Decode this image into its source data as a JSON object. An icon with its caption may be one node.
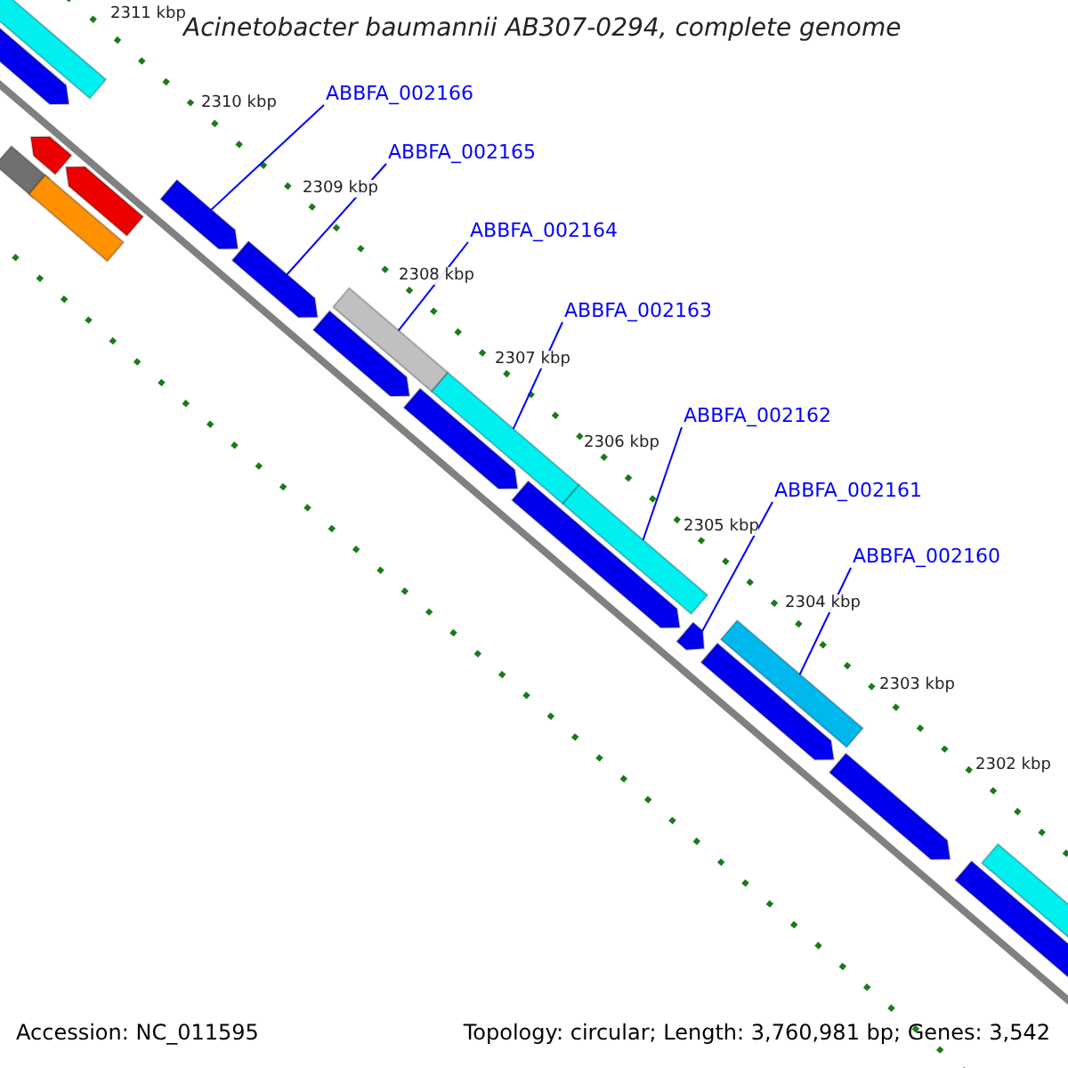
{
  "diagram": {
    "title": "Acinetobacter baumannii AB307-0294, complete genome",
    "nodes": [
      {
        "text": [
          "ABBFA_002166"
        ]
      },
      {
        "text": [
          "ABBFA_002165"
        ]
      },
      {
        "text": [
          "ABBFA_002164"
        ]
      },
      {
        "text": [
          "ABBFA_002163"
        ]
      },
      {
        "text": [
          "ABBFA_002162"
        ]
      },
      {
        "text": [
          "ABBFA_002161"
        ]
      },
      {
        "text": [
          "ABBFA_002160"
        ]
      },
      {
        "text": [],
        "shape": "bar"
      },
      {
        "text": [],
        "shape": "bar"
      },
      {
        "text": [],
        "shape": "bar"
      },
      {
        "text": [],
        "shape": "bar"
      },
      {
        "text": [],
        "shape": "bar"
      },
      {
        "text": [],
        "shape": "bar"
      },
      {
        "text": [],
        "shape": "bar"
      },
      {
        "text": [],
        "shape": "bar"
      },
      {
        "text": [],
        "shape": "bar"
      },
      {
        "text": [],
        "shape": "bar"
      },
      {
        "text": [],
        "shape": "bar"
      },
      {
        "text": [],
        "shape": "bar"
      },
      {
        "text": [],
        "shape": "bar"
      },
      {
        "text": [],
        "shape": "bar"
      },
      {
        "text": [],
        "shape": "bar"
      },
      {
        "text": [],
        "shape": "bar"
      },
      {
        "text": [],
        "shape": "bar"
      },
      {
        "text": [],
        "shape": "bar"
      },
      {
        "text": [],
        "shape": "bar"
      },
      {
        "text": [],
        "shape": "bar"
      }
    ],
    "edges": [
      {
        "from": 0,
        "to": 13,
        "arrow": "none"
      },
      {
        "from": 1,
        "to": 14,
        "arrow": "none"
      },
      {
        "from": 2,
        "to": 15,
        "arrow": "none"
      },
      {
        "from": 3,
        "to": 17,
        "arrow": "none"
      },
      {
        "from": 4,
        "to": 19,
        "arrow": "none"
      },
      {
        "from": 5,
        "to": 21,
        "arrow": "none"
      },
      {
        "from": 6,
        "to": 22,
        "arrow": "none"
      }
    ],
    "labels": [
      "2311 kbp",
      "2310 kbp",
      "2309 kbp",
      "2308 kbp",
      "2307 kbp",
      "2306 kbp",
      "2305 kbp",
      "2304 kbp",
      "2303 kbp",
      "2302 kbp",
      "Accession: NC_011595",
      "Topology: circular; Length: 3,760,981 bp; Genes: 3,542"
    ]
  }
}
